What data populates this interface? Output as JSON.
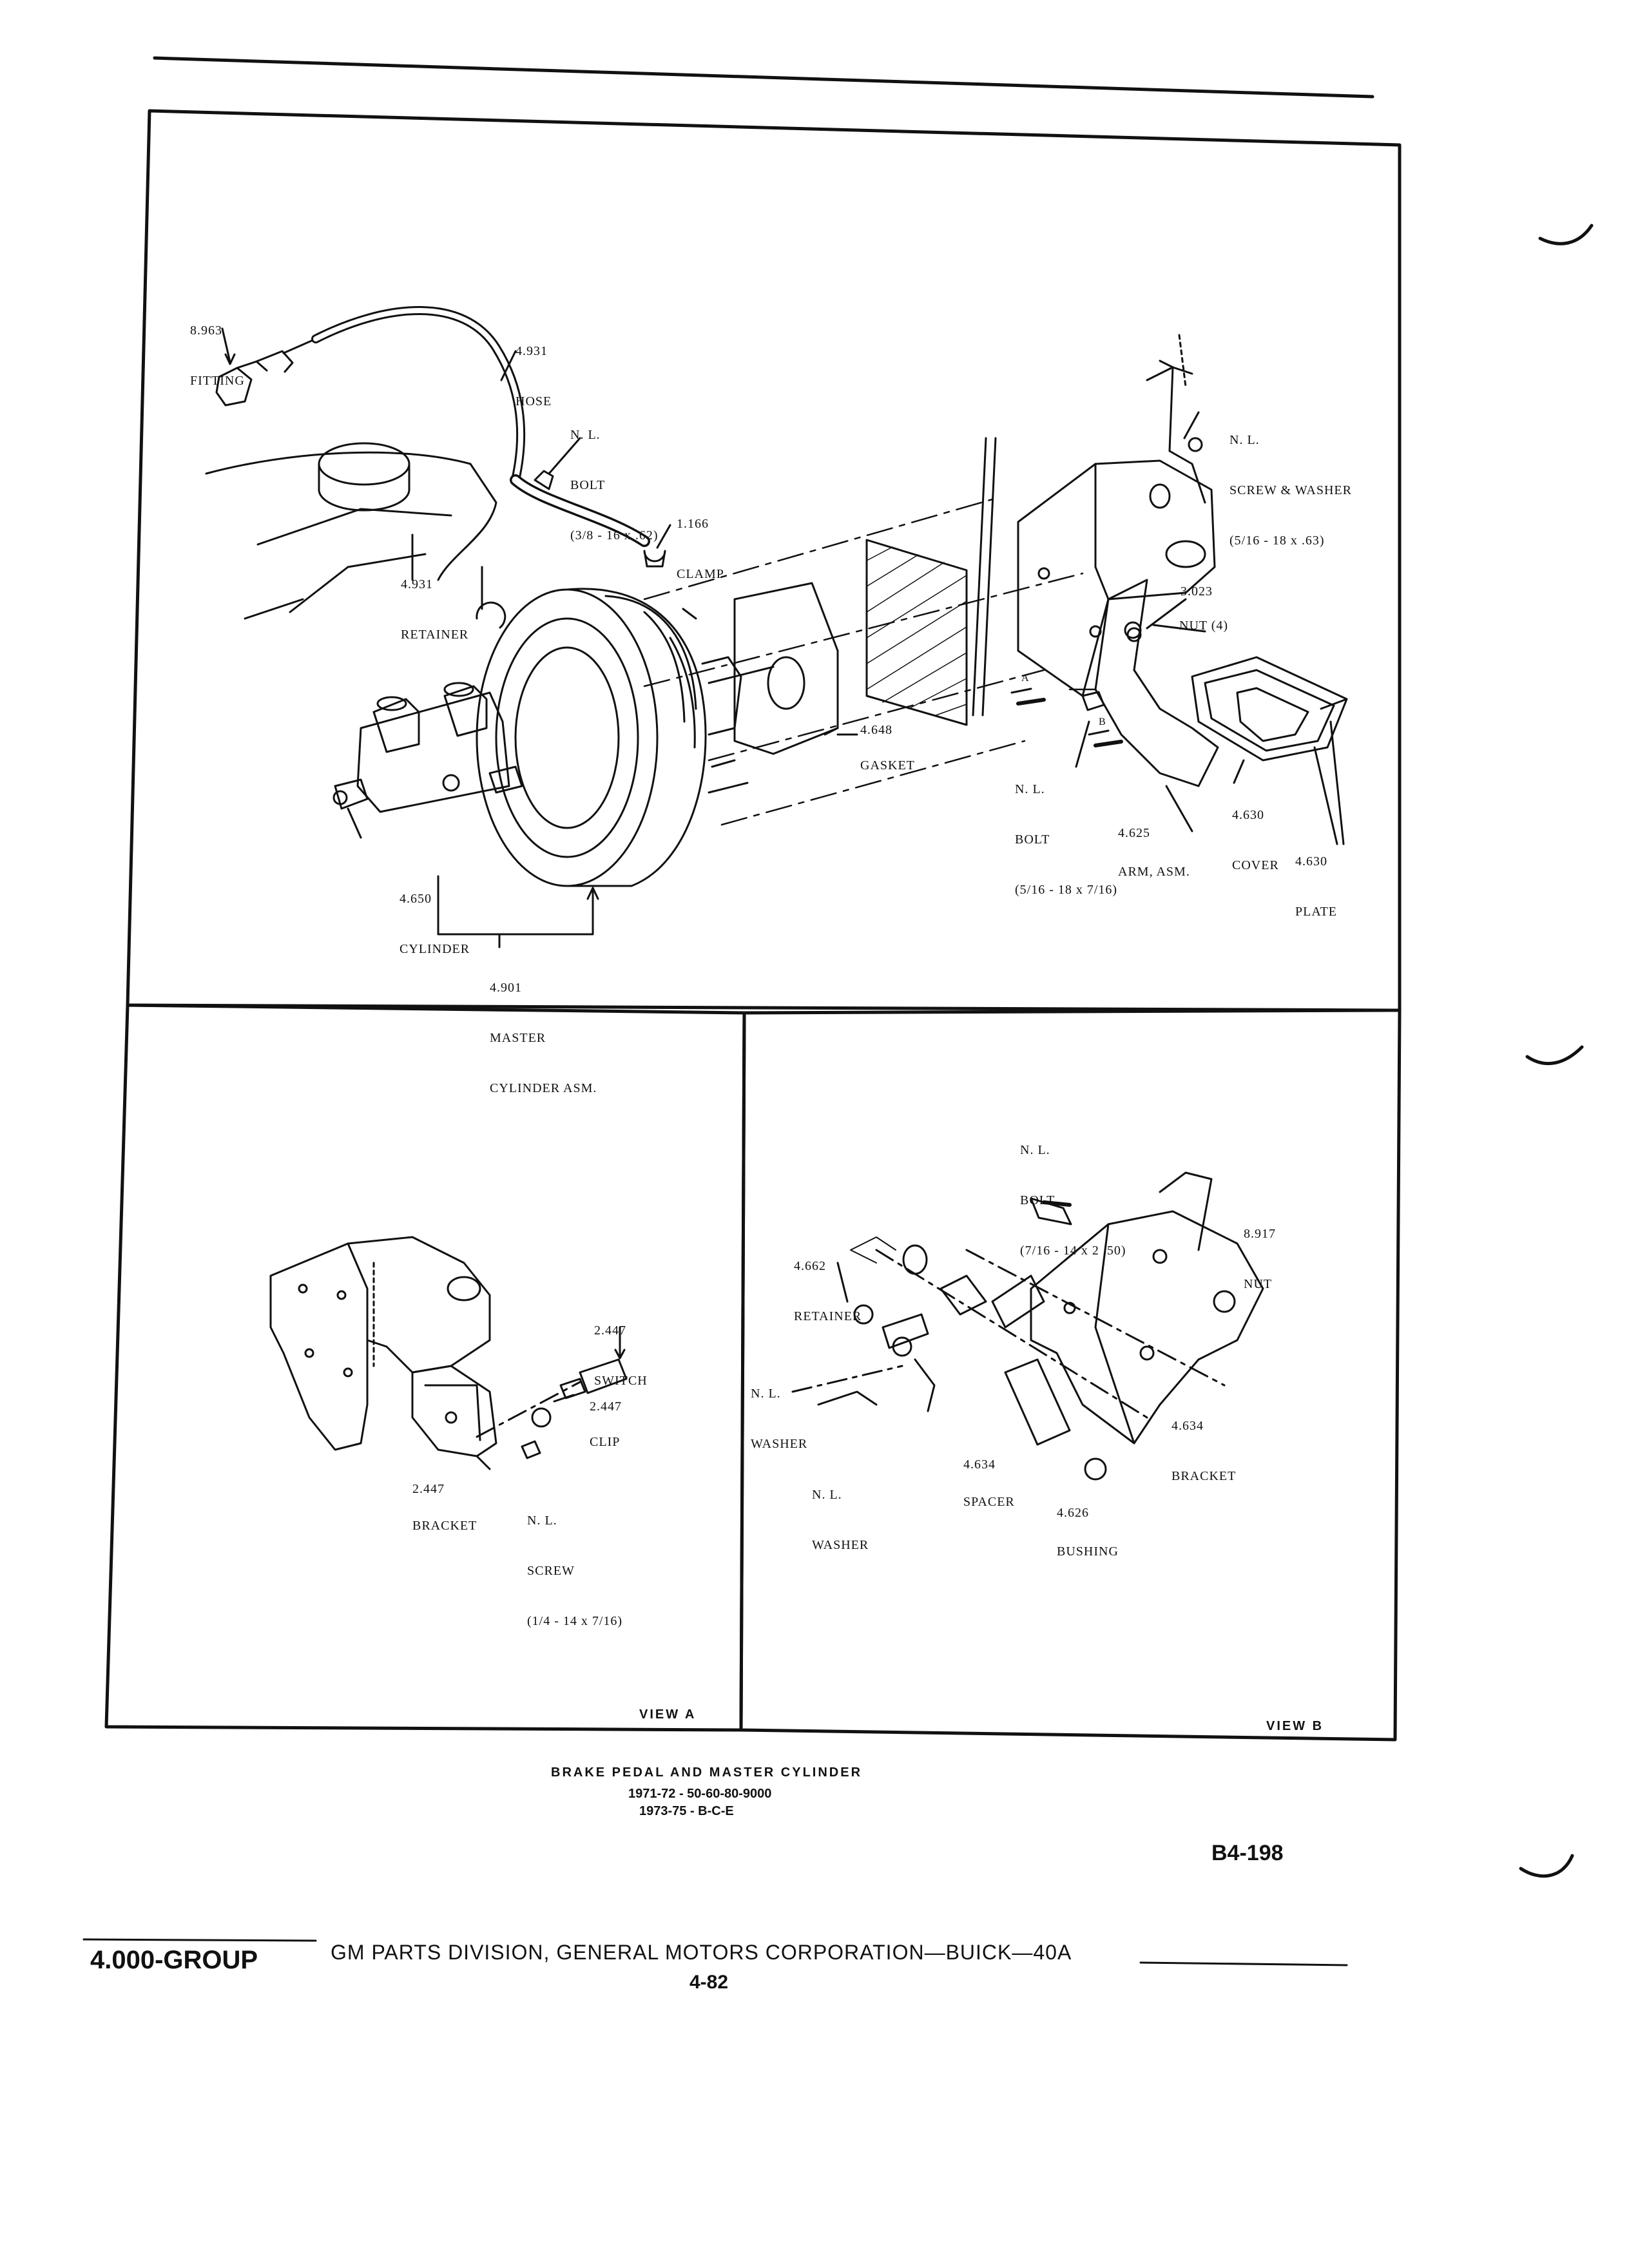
{
  "main_diagram": {
    "fitting": {
      "number": "8.963",
      "name": "FITTING"
    },
    "hose": {
      "number": "4.931",
      "name": "HOSE"
    },
    "bolt_top": {
      "line1": "N. L.",
      "line2": "BOLT",
      "line3": "(3/8 - 16 x .62)"
    },
    "clamp": {
      "number": "1.166",
      "name": "CLAMP"
    },
    "retainer": {
      "number": "4.931",
      "name": "RETAINER"
    },
    "screw_washer": {
      "line1": "N. L.",
      "line2": "SCREW & WASHER",
      "line3": "(5/16 - 18 x .63)"
    },
    "nut": {
      "number": "3.023",
      "name": "NUT (4)"
    },
    "gasket": {
      "number": "4.648",
      "name": "GASKET"
    },
    "bolt_mid": {
      "line1": "N. L.",
      "line2": "BOLT",
      "line3": "(5/16 - 18 x 7/16)"
    },
    "cover": {
      "number": "4.630",
      "name": "COVER"
    },
    "plate": {
      "number": "4.630",
      "name": "PLATE"
    },
    "arm": {
      "number": "4.625",
      "name": "ARM, ASM."
    },
    "cylinder": {
      "number": "4.650",
      "name": "CYLINDER"
    },
    "master": {
      "number": "4.901",
      "line2": "MASTER",
      "line3": "CYLINDER ASM."
    },
    "view_a_marker": "A",
    "view_b_marker": "B"
  },
  "view_a": {
    "title": "VIEW A",
    "switch": {
      "number": "2.447",
      "name": "SWITCH"
    },
    "clip": {
      "number": "2.447",
      "name": "CLIP"
    },
    "bracket": {
      "number": "2.447",
      "name": "BRACKET"
    },
    "screw": {
      "line1": "N. L.",
      "line2": "SCREW",
      "line3": "(1/4 - 14 x 7/16)"
    }
  },
  "view_b": {
    "title": "VIEW B",
    "bolt": {
      "line1": "N. L.",
      "line2": "BOLT",
      "line3": "(7/16 - 14 x 2 .50)"
    },
    "nut": {
      "number": "8.917",
      "name": "NUT"
    },
    "retainer": {
      "number": "4.662",
      "name": "RETAINER"
    },
    "washer1": {
      "line1": "N. L.",
      "line2": "WASHER"
    },
    "washer2": {
      "line1": "N. L.",
      "line2": "WASHER"
    },
    "spacer": {
      "number": "4.634",
      "name": "SPACER"
    },
    "bracket": {
      "number": "4.634",
      "name": "BRACKET"
    },
    "bushing": {
      "number": "4.626",
      "name": "BUSHING"
    }
  },
  "caption": {
    "title": "BRAKE PEDAL AND MASTER CYLINDER",
    "line2": "1971-72 - 50-60-80-9000",
    "line3": "1973-75 - B-C-E"
  },
  "page_code": "B4-198",
  "footer": {
    "group": "4.000-GROUP",
    "division": "GM PARTS DIVISION, GENERAL MOTORS CORPORATION—BUICK—40A",
    "page_number": "4-82"
  }
}
